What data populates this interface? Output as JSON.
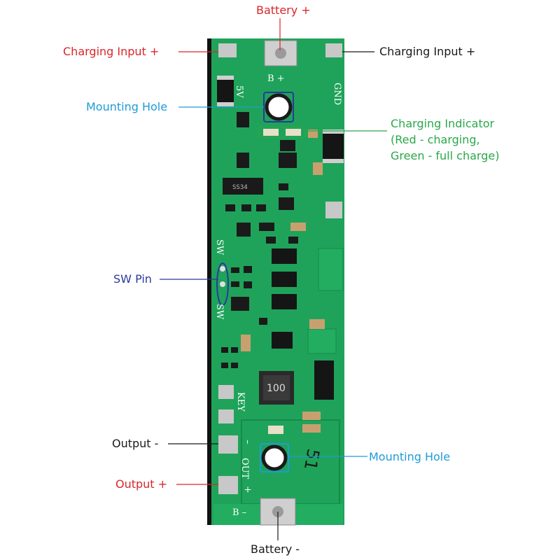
{
  "labels": {
    "battery_plus": "Battery +",
    "charging_input_left": "Charging Input +",
    "charging_input_right": "Charging Input +",
    "mounting_hole_top": "Mounting Hole",
    "charging_indicator_line1": "Charging Indicator",
    "charging_indicator_line2": "(Red - charging,",
    "charging_indicator_line3": "Green - full charge)",
    "sw_pin": "SW Pin",
    "output_minus": "Output -",
    "mounting_hole_bottom": "Mounting Hole",
    "output_plus": "Output +",
    "battery_minus": "Battery -"
  },
  "silkscreen": {
    "b_plus": "B +",
    "five_v": "5V",
    "gnd": "GND",
    "sw_top": "SW",
    "sw_bottom": "SW",
    "key": "KEY",
    "out_minus": "–",
    "out": "OUT",
    "out_plus": "+",
    "b_minus": "B –",
    "inductor": "100",
    "diode_top": "SS34",
    "handwritten": "51"
  },
  "colors": {
    "red": "#d9262b",
    "blue": "#1e9cd7",
    "green": "#2aa84a",
    "navy": "#2b3a9c",
    "black": "#1a1a1a",
    "pcb": "#1fa35a",
    "pcb_dark": "#178a4a"
  }
}
